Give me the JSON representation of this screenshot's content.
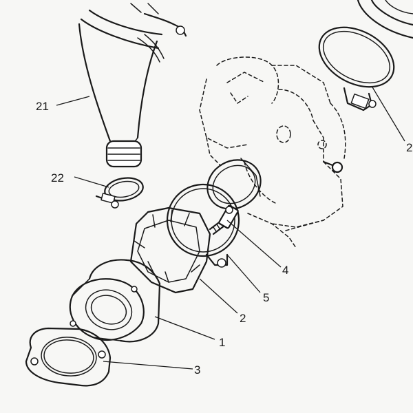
{
  "callouts": {
    "c1": "1",
    "c2": "2",
    "c3": "3",
    "c4": "4",
    "c5": "5",
    "c21": "21",
    "c22": "22",
    "c23": "2"
  },
  "parts": [
    {
      "id": "intake-joint",
      "callout": "1"
    },
    {
      "id": "clamp-band",
      "callout": "2"
    },
    {
      "id": "gasket-flange",
      "callout": "3"
    },
    {
      "id": "mounting-bolt",
      "callout": "4"
    },
    {
      "id": "hose-clamp",
      "callout": "5"
    },
    {
      "id": "air-intake-boot",
      "callout": "21"
    },
    {
      "id": "small-hose-clamp",
      "callout": "22"
    }
  ]
}
